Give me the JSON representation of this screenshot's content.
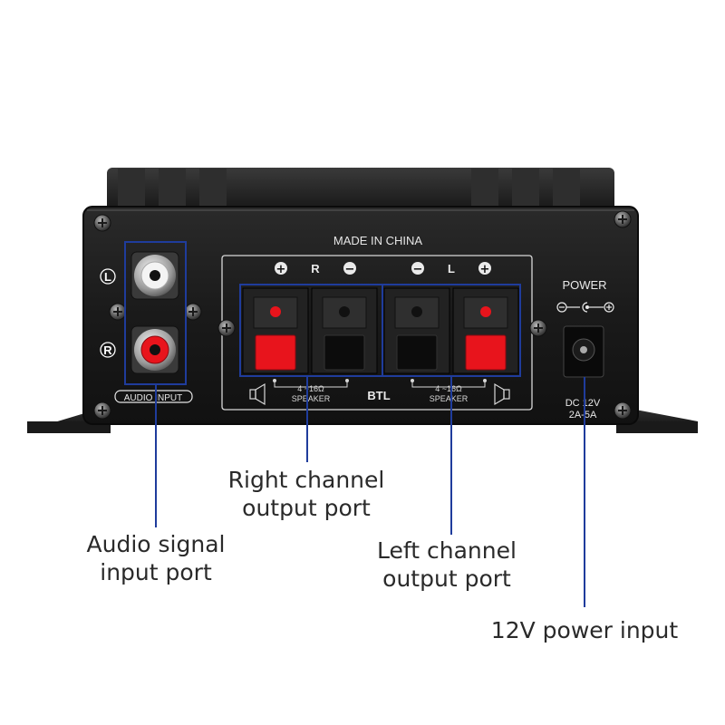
{
  "panel": {
    "made_in": "MADE IN CHINA",
    "left_label": "L",
    "right_label": "R",
    "audio_input_label": "AUDIO INPUT",
    "polarity_plus": "+",
    "polarity_minus": "−",
    "channel_right": "R",
    "channel_left": "L",
    "impedance_right": "4 ~16Ω",
    "speaker_right": "SPEAKER",
    "btl": "BTL",
    "impedance_left": "4 ~16Ω",
    "speaker_left": "SPEAKER",
    "power": "POWER",
    "dc_voltage": "DC 12V",
    "dc_current": "2A-5A"
  },
  "callouts": {
    "right_channel_line1": "Right channel",
    "right_channel_line2": "output port",
    "audio_input_line1": "Audio signal",
    "audio_input_line2": "input port",
    "left_channel_line1": "Left channel",
    "left_channel_line2": "output port",
    "power_input": "12V power input"
  },
  "colors": {
    "body": "#1c1c1c",
    "panel_line": "#d8d8d8",
    "terminal_red": "#e8141c",
    "highlight_box": "#1f3c9c",
    "leader_line": "#1f3c9c",
    "callout_text": "#2a2a2a"
  }
}
